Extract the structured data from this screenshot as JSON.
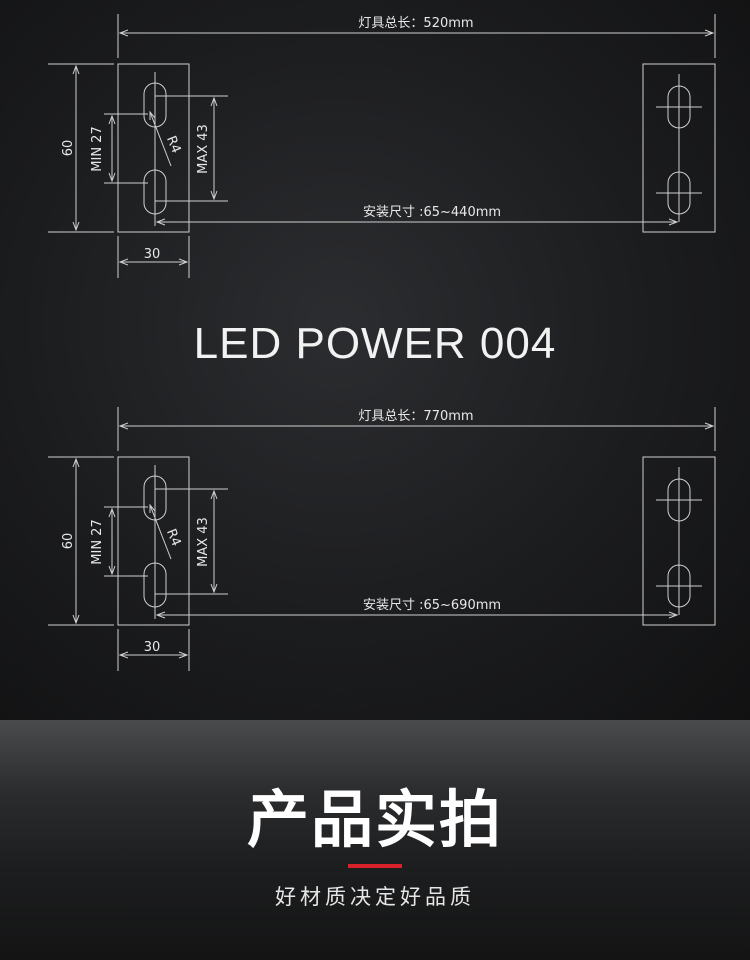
{
  "colors": {
    "line": "#cfcfcf",
    "text": "#e8e8e8",
    "accent_red": "#d6202a"
  },
  "drawings": [
    {
      "total_length": "灯具总长：520mm",
      "mount_size": "安装尺寸 :65~440mm",
      "height": "60",
      "min_label": "MIN 27",
      "max_label": "MAX 43",
      "radius_label": "R4",
      "width": "30"
    },
    {
      "total_length": "灯具总长：770mm",
      "mount_size": "安装尺寸 :65~690mm",
      "height": "60",
      "min_label": "MIN 27",
      "max_label": "MAX 43",
      "radius_label": "R4",
      "width": "30"
    }
  ],
  "model_title": "LED POWER 004",
  "section": {
    "title": "产品实拍",
    "subtitle": "好材质决定好品质"
  }
}
